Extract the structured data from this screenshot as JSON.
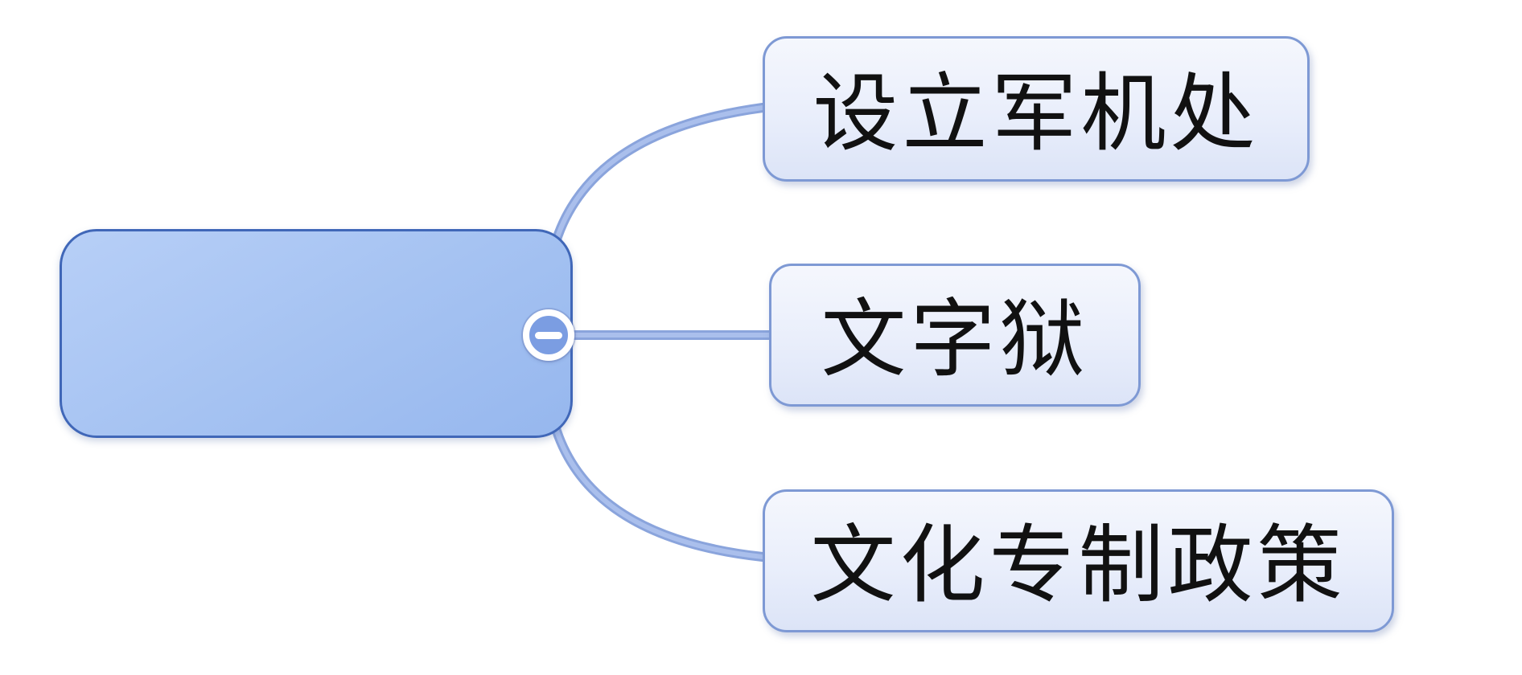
{
  "diagram": {
    "type": "mindmap",
    "root": {
      "label": "",
      "collapsed": false,
      "toggle_symbol": "−"
    },
    "children": [
      {
        "label": "设立军机处"
      },
      {
        "label": "文字狱"
      },
      {
        "label": "文化专制政策"
      }
    ],
    "icons": {
      "collapse": "minus-circle-icon"
    },
    "colors": {
      "background": "#ffffff",
      "root_fill": "#a6c3f2",
      "root_border": "#4067b8",
      "child_fill_top": "#f5f7fd",
      "child_fill_bottom": "#dce4f7",
      "child_border": "#7e99d4",
      "connector_outer": "#8aa4dc",
      "connector_inner": "#aabfec",
      "toggle_ring": "#ffffff",
      "toggle_fill": "#7b9de2",
      "text": "#111111"
    }
  }
}
